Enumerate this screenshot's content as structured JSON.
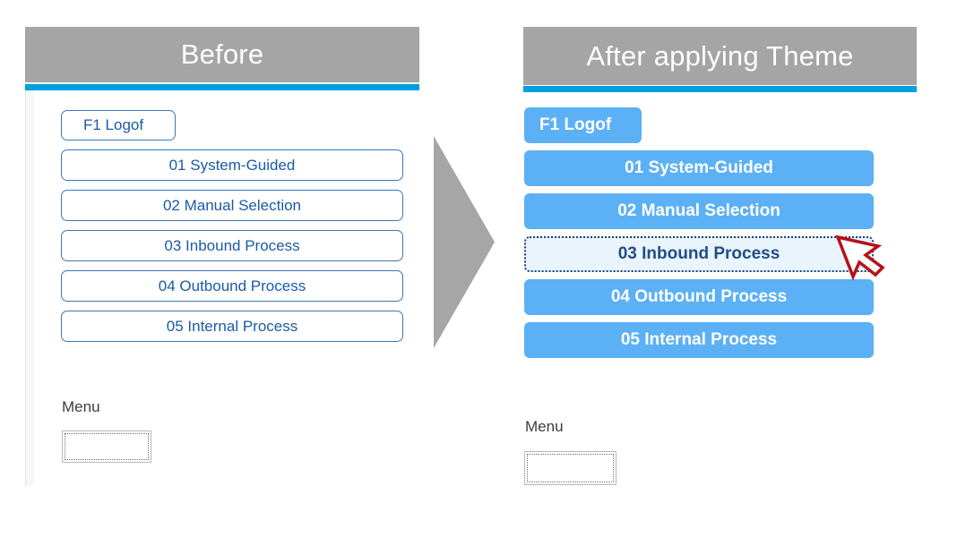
{
  "panels": {
    "before": {
      "header_title": "Before",
      "menu_label": "Menu",
      "menu_field_value": "",
      "buttons": [
        {
          "label": "F1 Logof"
        },
        {
          "label": "01 System-Guided"
        },
        {
          "label": "02 Manual Selection"
        },
        {
          "label": "03 Inbound Process"
        },
        {
          "label": "04 Outbound Process"
        },
        {
          "label": "05 Internal Process"
        }
      ]
    },
    "after": {
      "header_title": "After applying Theme",
      "menu_label": "Menu",
      "menu_field_value": "",
      "buttons": [
        {
          "label": "F1 Logof",
          "state": "normal"
        },
        {
          "label": "01 System-Guided",
          "state": "normal"
        },
        {
          "label": "02 Manual Selection",
          "state": "normal"
        },
        {
          "label": "03 Inbound Process",
          "state": "selected"
        },
        {
          "label": "04 Outbound Process",
          "state": "normal"
        },
        {
          "label": "05 Internal Process",
          "state": "normal"
        }
      ]
    }
  },
  "icons": {
    "flow_arrow": "right-arrow-icon",
    "cursor": "mouse-pointer-icon"
  },
  "colors": {
    "header_gray": "#a5a5a5",
    "header_accent_blue": "#00a0df",
    "before_button_border": "#3a77b8",
    "before_button_text": "#1a5ba6",
    "after_button_fill": "#5cb0f5",
    "after_button_text": "#ffffff",
    "selected_button_fill": "#eaf4fd",
    "selected_button_text": "#1f4e86",
    "selected_button_border": "#1a3f7a",
    "arrow_gray": "#a6a6a6",
    "cursor_outline_red": "#b5121b",
    "cursor_fill_white": "#ffffff"
  }
}
